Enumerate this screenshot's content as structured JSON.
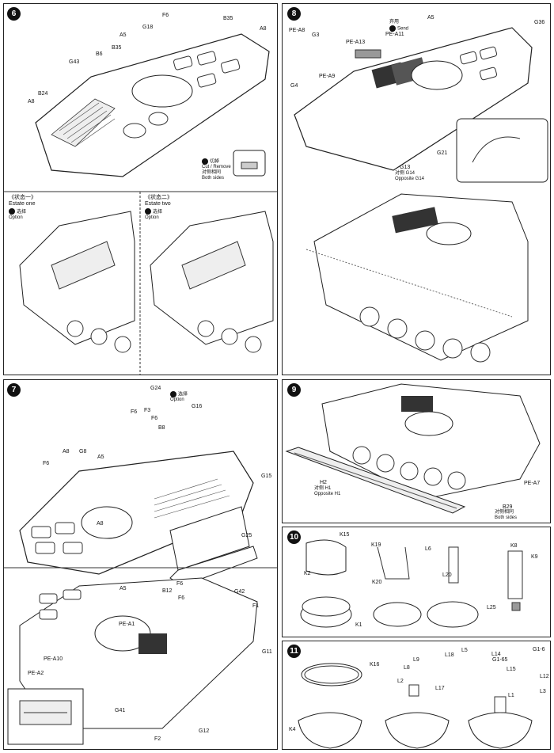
{
  "steps": {
    "s6": {
      "number": "6",
      "labels": [
        "F6",
        "B35",
        "G18",
        "A5",
        "A8",
        "B35",
        "B6",
        "G43",
        "B24",
        "A8"
      ],
      "cut_note": {
        "line1": "切掉",
        "line2": "Cut / Remove",
        "line3": "对侧相同",
        "line4": "Both sides"
      },
      "estate_one": {
        "title_cn": "《状态一》",
        "title_en": "Estate one",
        "opt_cn": "选择",
        "opt_en": "Option"
      },
      "estate_two": {
        "title_cn": "《状态二》",
        "title_en": "Estate two",
        "opt_cn": "选择",
        "opt_en": "Option"
      }
    },
    "s7": {
      "number": "7",
      "labels": [
        "G24",
        "F6",
        "F3",
        "F6",
        "B8",
        "G16",
        "F6",
        "A8",
        "G8",
        "A5",
        "A8",
        "G15",
        "G25",
        "F6",
        "A5",
        "B12",
        "F6",
        "G42",
        "F1",
        "PE-A1",
        "PE-A10",
        "PE-A2",
        "G11",
        "G41",
        "F2",
        "G12"
      ],
      "opt_note": {
        "cn": "选择",
        "en": "Option"
      }
    },
    "s8": {
      "number": "8",
      "labels": [
        "PE-A8",
        "G3",
        "G4",
        "PE-A9",
        "PE-A13",
        "PE-A11",
        "A5",
        "G36",
        "G21",
        "G13",
        "G14"
      ],
      "send_note": {
        "cn": "弃用",
        "en": "Send"
      },
      "g13_sub": {
        "cn": "对侧 G14",
        "en": "Opposite G14"
      }
    },
    "s9": {
      "number": "9",
      "labels": [
        "H2",
        "PE-A7",
        "B29"
      ],
      "h2_sub": {
        "cn": "对侧 H1",
        "en": "Opposite H1"
      },
      "b29_sub": {
        "cn": "对侧相同",
        "en": "Both sides"
      }
    },
    "s10": {
      "number": "10",
      "labels": [
        "K15",
        "K2",
        "K1",
        "K19",
        "K20",
        "L6",
        "L20",
        "K8",
        "K9",
        "L25"
      ]
    },
    "s11": {
      "number": "11",
      "labels": [
        "K16",
        "K4",
        "L2",
        "L8",
        "L9",
        "L17",
        "L18",
        "L5",
        "L14",
        "G1-6",
        "G1-65",
        "L15",
        "L12",
        "L3",
        "L1"
      ]
    }
  }
}
